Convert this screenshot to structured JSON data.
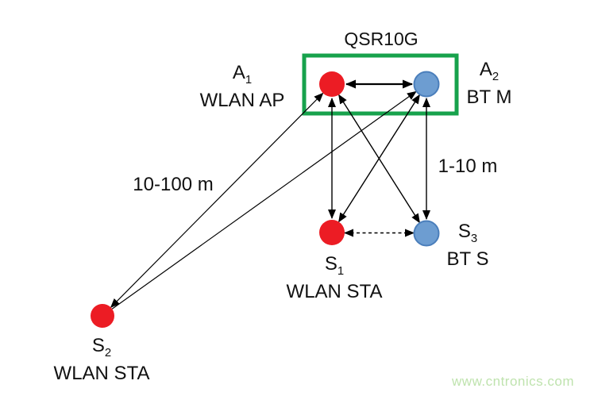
{
  "diagram": {
    "chip_box": {
      "label": "QSR10G",
      "border_color": "#17A24C"
    },
    "nodes": [
      {
        "id": "A1",
        "base": "A",
        "sub": "1",
        "role": "WLAN AP",
        "shape": "circle",
        "color": "#EC1C24"
      },
      {
        "id": "A2",
        "base": "A",
        "sub": "2",
        "role": "BT M",
        "shape": "circle",
        "color": "#6D9DD1"
      },
      {
        "id": "S1",
        "base": "S",
        "sub": "1",
        "role": "WLAN STA",
        "shape": "circle",
        "color": "#EC1C24"
      },
      {
        "id": "S3",
        "base": "S",
        "sub": "3",
        "role": "BT S",
        "shape": "circle",
        "color": "#6D9DD1"
      },
      {
        "id": "S2",
        "base": "S",
        "sub": "2",
        "role": "WLAN STA",
        "shape": "circle",
        "color": "#EC1C24"
      }
    ],
    "edges": [
      {
        "from": "A1",
        "to": "A2",
        "style": "solid",
        "bidirectional": true,
        "label": ""
      },
      {
        "from": "A1",
        "to": "S1",
        "style": "solid",
        "bidirectional": true,
        "label": ""
      },
      {
        "from": "A2",
        "to": "S3",
        "style": "solid",
        "bidirectional": true,
        "label": "1-10 m"
      },
      {
        "from": "A1",
        "to": "S3",
        "style": "solid",
        "bidirectional": true,
        "label": ""
      },
      {
        "from": "A2",
        "to": "S1",
        "style": "solid",
        "bidirectional": true,
        "label": ""
      },
      {
        "from": "A1",
        "to": "S2",
        "style": "solid",
        "bidirectional": true,
        "label": "10-100 m"
      },
      {
        "from": "A2",
        "to": "S2",
        "style": "solid",
        "bidirectional": true,
        "label": ""
      },
      {
        "from": "S1",
        "to": "S3",
        "style": "dashed",
        "bidirectional": true,
        "label": ""
      }
    ],
    "colors": {
      "node_red": "#EC1C24",
      "node_blue_fill": "#6D9DD1",
      "node_blue_stroke": "#4A7EBB",
      "edge": "#000000",
      "chip_border": "#17A24C"
    }
  },
  "watermark": {
    "text": "www.cntronics.com",
    "color": "#BFE3AE"
  }
}
